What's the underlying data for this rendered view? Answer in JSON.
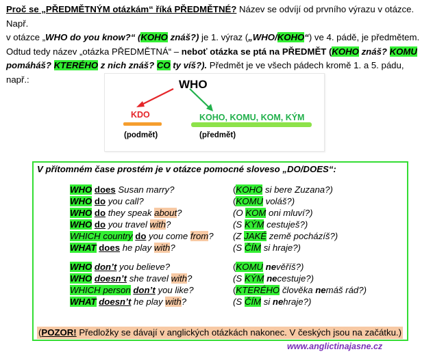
{
  "intro": {
    "p1_q": "Proč se „PŘEDMĚTNÝM otázkám“ říká PŘEDMĚTNÉ?",
    "p1_rest": " Název se odvíjí od prvního výrazu v otázce. Např.",
    "p2_a": "v otázce „",
    "p2_who": "WHO",
    "p2_b": " do you know?“ (",
    "p2_koho": "KOHO",
    "p2_c": " znáš?)",
    "p2_d": " je 1. výraz (",
    "p2_e": "„WHO/",
    "p2_koho2": "KOHO",
    "p2_f": "“",
    "p2_g": ") ve 4. pádě, je předmětem.",
    "p3_a": "Odtud tedy název „otázka PŘEDMĚTNÁ“ – ",
    "p3_b": "neboť otázka se ptá na PŘEDMĚT (",
    "p3_koho": "KOHO",
    "p3_c": " znáš? ",
    "p3_komu": "KOMU",
    "p4_a": "pomáháš? ",
    "p4_kterého": "KTERÉHO",
    "p4_b": " z nich znáš? ",
    "p4_co": "CO",
    "p4_c": " ty víš?).",
    "p4_d": " Předmět je ve všech pádech kromě 1. a 5. pádu, např.:"
  },
  "diagram": {
    "who": "WHO",
    "kdo": "KDO",
    "right": "KOHO, KOMU, KOM, KÝM",
    "podmet": "(podmět)",
    "predmet": "(předmět)",
    "colors": {
      "red": "#e5262a",
      "green": "#21b04b",
      "orange": "#f59e2e",
      "lime": "#8de24a"
    }
  },
  "box": {
    "title": "V přítomném čase prostém je v otázce pomocné sloveso „DO/DOES“:",
    "rows": [
      {
        "en": [
          [
            "WHO",
            "gbi"
          ],
          [
            " ",
            ""
          ],
          [
            "does",
            "bu"
          ],
          [
            " Susan marry?",
            "i"
          ]
        ],
        "cz": [
          [
            "(",
            ""
          ],
          [
            "KOHO",
            "gi"
          ],
          [
            " si bere Zuzana?)",
            "i"
          ]
        ]
      },
      {
        "en": [
          [
            "WHO",
            "gbi"
          ],
          [
            " ",
            ""
          ],
          [
            "do",
            "bu"
          ],
          [
            " you call?",
            "i"
          ]
        ],
        "cz": [
          [
            "(",
            ""
          ],
          [
            "KOMU",
            "gi"
          ],
          [
            " voláš?)",
            "i"
          ]
        ]
      },
      {
        "en": [
          [
            "WHO",
            "gbi"
          ],
          [
            " ",
            ""
          ],
          [
            "do",
            "bu"
          ],
          [
            " they  speak ",
            "i"
          ],
          [
            "about",
            "oi"
          ],
          [
            "?",
            "i"
          ]
        ],
        "cz": [
          [
            "(O ",
            "i"
          ],
          [
            "KOM",
            "gi"
          ],
          [
            " oni mluví?)",
            "i"
          ]
        ]
      },
      {
        "en": [
          [
            "WHO",
            "gbi"
          ],
          [
            " ",
            ""
          ],
          [
            "do",
            "bu"
          ],
          [
            " you travel ",
            "i"
          ],
          [
            "with",
            "oi"
          ],
          [
            "?",
            "i"
          ]
        ],
        "cz": [
          [
            "(S ",
            "i"
          ],
          [
            "KÝM",
            "gi"
          ],
          [
            " cestuješ?)",
            "i"
          ]
        ]
      },
      {
        "en": [
          [
            "WHICH country",
            "gi"
          ],
          [
            " ",
            ""
          ],
          [
            "do",
            "bu"
          ],
          [
            " you come ",
            "i"
          ],
          [
            "from",
            "oi"
          ],
          [
            "?",
            "i"
          ]
        ],
        "cz": [
          [
            "(Z ",
            "i"
          ],
          [
            "JAKÉ",
            "gi"
          ],
          [
            "  země pocházíš?)",
            "i"
          ]
        ]
      },
      {
        "en": [
          [
            "WHAT",
            "gbi"
          ],
          [
            " ",
            ""
          ],
          [
            "does",
            "bu"
          ],
          [
            " he play ",
            "i"
          ],
          [
            "with",
            "oi"
          ],
          [
            "?",
            "i"
          ]
        ],
        "cz": [
          [
            "(S ",
            "i"
          ],
          [
            "ČÍM",
            "gi"
          ],
          [
            " si hraje?)",
            "i"
          ]
        ]
      },
      {
        "en": [
          [
            "WHO",
            "gbi"
          ],
          [
            " ",
            ""
          ],
          [
            "don’t",
            "bui"
          ],
          [
            " you believe?",
            "i"
          ]
        ],
        "cz": [
          [
            "(",
            ""
          ],
          [
            "KOMU",
            "gi"
          ],
          [
            " ",
            "i"
          ],
          [
            "ne",
            "bi"
          ],
          [
            "věříš?)",
            "i"
          ]
        ]
      },
      {
        "en": [
          [
            "WHO",
            "gbi"
          ],
          [
            " ",
            ""
          ],
          [
            "doesn’t",
            "bui"
          ],
          [
            " she travel ",
            "i"
          ],
          [
            "with",
            "oi"
          ],
          [
            "?",
            "i"
          ]
        ],
        "cz": [
          [
            "(S ",
            "i"
          ],
          [
            "KÝM",
            "gi"
          ],
          [
            " ",
            "i"
          ],
          [
            "ne",
            "bi"
          ],
          [
            "cestuje?)",
            "i"
          ]
        ]
      },
      {
        "en": [
          [
            "WHICH person",
            "gi"
          ],
          [
            " ",
            ""
          ],
          [
            "don’t",
            "bui"
          ],
          [
            " you like?",
            "i"
          ]
        ],
        "cz": [
          [
            "(",
            ""
          ],
          [
            "KTERÉHO",
            "gi"
          ],
          [
            " člověka ",
            "i"
          ],
          [
            "ne",
            "bi"
          ],
          [
            "máš rád?)",
            "i"
          ]
        ]
      },
      {
        "en": [
          [
            "WHAT",
            "gbi"
          ],
          [
            " ",
            ""
          ],
          [
            "doesn’t",
            "bui"
          ],
          [
            " he play ",
            "i"
          ],
          [
            "with",
            "oi"
          ],
          [
            "?",
            "i"
          ]
        ],
        "cz": [
          [
            "(S ",
            "i"
          ],
          [
            "ČÍM",
            "gi"
          ],
          [
            " si ",
            "i"
          ],
          [
            "ne",
            "bi"
          ],
          [
            "hraje?)",
            "i"
          ]
        ]
      }
    ],
    "note_pozor": "POZOR!",
    "note_text": " Předložky se dávají v anglických otázkách nakonec. V českých jsou na začátku.)"
  },
  "footer": {
    "website": "www.anglictinajasne.cz"
  }
}
